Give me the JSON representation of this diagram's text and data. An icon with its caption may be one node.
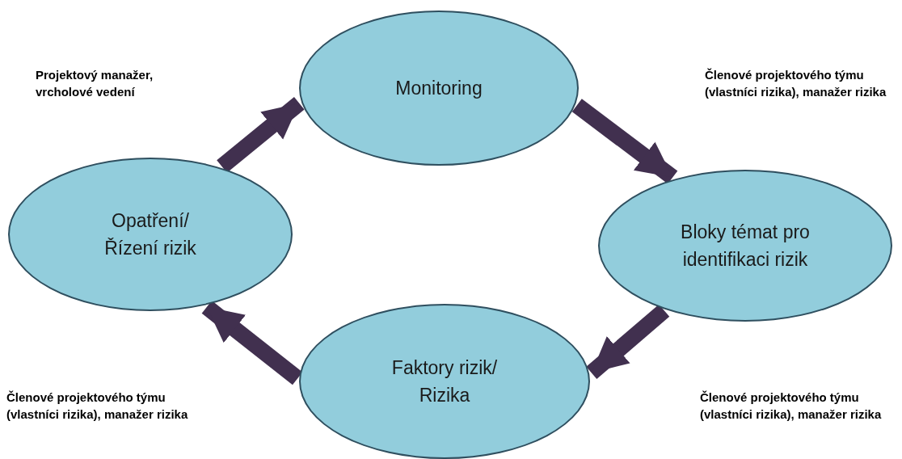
{
  "diagram": {
    "nodes": [
      {
        "text": [
          "Monitoring"
        ]
      },
      {
        "text": [
          "Opatření/ Řízení rizik"
        ]
      },
      {
        "text": [
          "Bloky témat pro identifikaci rizik"
        ]
      },
      {
        "text": [
          "Faktory rizik/ Rizika"
        ]
      }
    ],
    "edges": [
      {
        "from": 1,
        "to": 0,
        "arrow": "to"
      },
      {
        "from": 0,
        "to": 2,
        "arrow": "to"
      },
      {
        "from": 2,
        "to": 3,
        "arrow": "to"
      },
      {
        "from": 3,
        "to": 1,
        "arrow": "to"
      }
    ],
    "labels": [
      "Projektový manažer, vrcholové vedení",
      "Členové projektového týmu (vlastníci rizika), manažer rizika",
      "Členové projektového týmu (vlastníci rizika), manažer rizika",
      "Členové projektového týmu (vlastníci rizika), manažer rizika"
    ]
  }
}
